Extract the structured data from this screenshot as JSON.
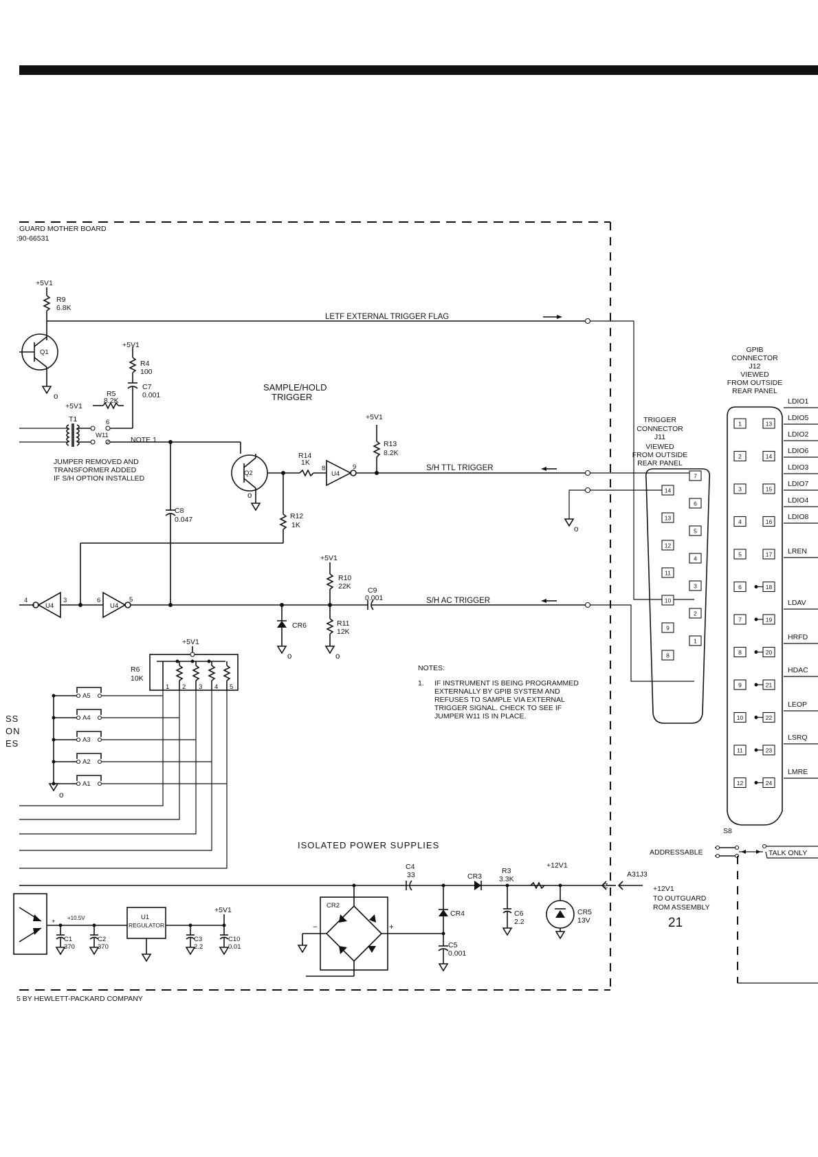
{
  "board": {
    "title": "GUARD MOTHER BOARD",
    "part": ":90-66531"
  },
  "copyright": "5 BY HEWLETT-PACKARD COMPANY",
  "sections": {
    "sample_hold": "SAMPLE/HOLD TRIGGER",
    "power": "ISOLATED POWER SUPPLIES"
  },
  "signals": {
    "letf": "LETF EXTERNAL TRIGGER FLAG",
    "sh_ttl": "S/H TTL TRIGGER",
    "sh_ac": "S/H AC TRIGGER"
  },
  "rails": {
    "v5": "+5V1",
    "v12": "+12V1",
    "v10_5": "+10.5V"
  },
  "components": {
    "R9": {
      "ref": "R9",
      "val": "6.8K"
    },
    "R4": {
      "ref": "R4",
      "val": "100"
    },
    "R5": {
      "ref": "R5",
      "val": "8.2K"
    },
    "C7": {
      "ref": "C7",
      "val": "0.001"
    },
    "R13": {
      "ref": "R13",
      "val": "8.2K"
    },
    "R14": {
      "ref": "R14",
      "val": "1K"
    },
    "R12": {
      "ref": "R12",
      "val": "1K"
    },
    "C8": {
      "ref": "C8",
      "val": "0.047"
    },
    "R10": {
      "ref": "R10",
      "val": "22K"
    },
    "R11": {
      "ref": "R11",
      "val": "12K"
    },
    "C9": {
      "ref": "C9",
      "val": "0.001"
    },
    "R6": {
      "ref": "R6",
      "val": "10K"
    },
    "C4": {
      "ref": "C4",
      "val": "33"
    },
    "R3": {
      "ref": "R3",
      "val": "3.3K"
    },
    "C6": {
      "ref": "C6",
      "val": "2.2"
    },
    "CR5": {
      "ref": "CR5",
      "val": "13V"
    },
    "C5": {
      "ref": "C5",
      "val": "0.001"
    },
    "C1": {
      "ref": "C1",
      "val": "370"
    },
    "C2": {
      "ref": "C2",
      "val": "370"
    },
    "C3": {
      "ref": "C3",
      "val": "2.2"
    },
    "C10": {
      "ref": "C10",
      "val": "0.01"
    },
    "U1": {
      "ref": "U1",
      "val": "REGULATOR"
    },
    "Q1": "Q1",
    "Q2": "Q2",
    "T1": "T1",
    "W11": "W11",
    "U4": "U4",
    "CR2": "CR2",
    "CR3": "CR3",
    "CR4": "CR4",
    "CR6": "CR6",
    "S8": "S8"
  },
  "jumper_note_label": "NOTE 1",
  "jumper_note": [
    "JUMPER REMOVED AND",
    "TRANSFORMER ADDED",
    "IF S/H OPTION INSTALLED"
  ],
  "address_switches": [
    "A5",
    "A4",
    "A3",
    "A2",
    "A1"
  ],
  "r6_pins": [
    "1",
    "2",
    "3",
    "4",
    "5"
  ],
  "side_fragments": [
    "SS",
    "ON",
    "ES"
  ],
  "notes": {
    "heading": "NOTES:",
    "num": "1.",
    "lines": [
      "IF INSTRUMENT IS BEING PROGRAMMED",
      "EXTERNALLY BY GPIB SYSTEM AND",
      "REFUSES TO SAMPLE VIA EXTERNAL",
      "TRIGGER SIGNAL. CHECK TO SEE IF",
      "JUMPER W11 IS IN PLACE."
    ]
  },
  "trigger_connector": {
    "lines": [
      "TRIGGER",
      "CONNECTOR",
      "J11",
      "VIEWED",
      "FROM OUTSIDE",
      "REAR PANEL"
    ],
    "left_pins": [
      "14",
      "13",
      "12",
      "11",
      "10",
      "9",
      "8"
    ],
    "right_pins": [
      "7",
      "6",
      "5",
      "4",
      "3",
      "2",
      "1"
    ]
  },
  "gpib_connector": {
    "lines": [
      "GPIB",
      "CONNECTOR",
      "J12",
      "VIEWED",
      "FROM OUTSIDE",
      "REAR PANEL"
    ],
    "left_pins": [
      "1",
      "2",
      "3",
      "4",
      "5",
      "6",
      "7",
      "8",
      "9",
      "10",
      "11",
      "12"
    ],
    "right_pins": [
      "13",
      "14",
      "15",
      "16",
      "17",
      "18",
      "19",
      "20",
      "21",
      "22",
      "23",
      "24"
    ],
    "signals": [
      "LDIO1",
      "LDIO5",
      "LDIO2",
      "LDIO6",
      "LDIO3",
      "LDIO7",
      "LDIO4",
      "LDIO8",
      "LREN",
      "LDAV",
      "HRFD",
      "HDAC",
      "LEOP",
      "LSRQ",
      "LMRE"
    ]
  },
  "switch": {
    "left": "ADDRESSABLE",
    "right": "TALK ONLY"
  },
  "outguard": {
    "conn": "A31J3",
    "rail": "+12V1",
    "lines": [
      "TO OUTGUARD",
      "ROM ASSEMBLY"
    ],
    "page": "21"
  }
}
